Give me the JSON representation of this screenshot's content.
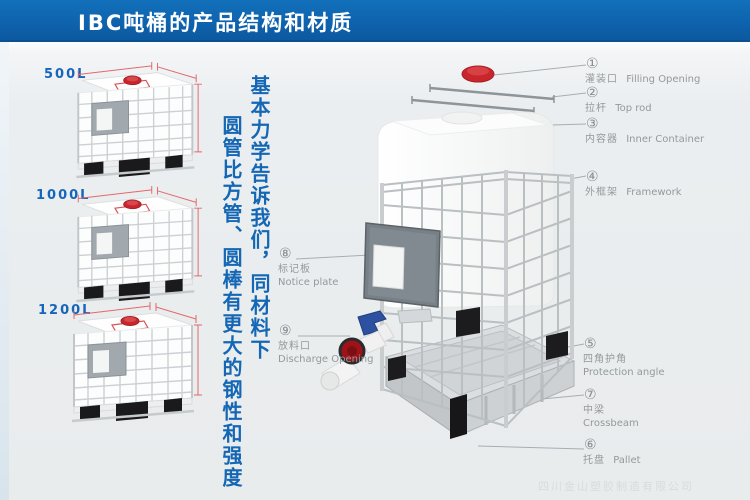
{
  "header": {
    "title": "IBC吨桶的产品结构和材质"
  },
  "products": [
    {
      "label": "500L"
    },
    {
      "label": "1000L"
    },
    {
      "label": "1200L"
    }
  ],
  "slogan": {
    "line1": "基本力学告诉我们，同材料下",
    "line2": "圆管比方管、圆棒有更大的钢性和强度"
  },
  "callouts": [
    {
      "num": "①",
      "zh": "灌装口",
      "en": "Filling Opening"
    },
    {
      "num": "②",
      "zh": "拉杆",
      "en": "Top rod"
    },
    {
      "num": "③",
      "zh": "内容器",
      "en": "Inner Container"
    },
    {
      "num": "④",
      "zh": "外框架",
      "en": "Framework"
    },
    {
      "num": "⑤",
      "zh": "四角护角",
      "en": "Protection angle"
    },
    {
      "num": "⑦",
      "zh": "中梁",
      "en": "Crossbeam"
    },
    {
      "num": "⑥",
      "zh": "托盘",
      "en": "Pallet"
    },
    {
      "num": "⑧",
      "zh": "标记板",
      "en": "Notice plate"
    },
    {
      "num": "⑨",
      "zh": "放料口",
      "en": "Discharge Opening"
    }
  ],
  "watermark": "四川金山塑胶制造有限公司",
  "colors": {
    "header_blue": "#0f63ae",
    "accent_blue": "#1467b4",
    "cap_red": "#c9262c",
    "callout_gray": "#95999c"
  }
}
